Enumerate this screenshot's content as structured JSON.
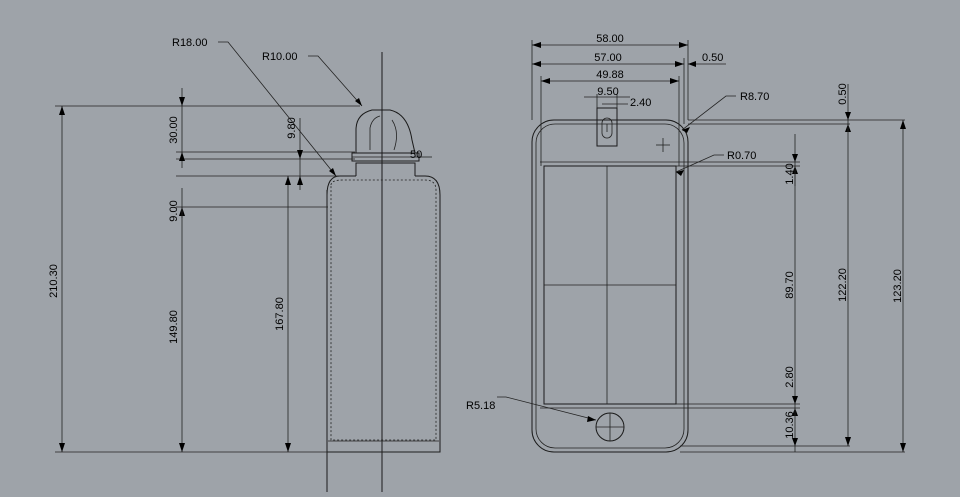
{
  "viewport": {
    "background": "#9ea3a9",
    "line_color": "#1a1a1a"
  },
  "side_view": {
    "dims": {
      "r18": "R18.00",
      "r10": "R10.00",
      "d30": "30.00",
      "d9_80": "9.80",
      "d50": "50",
      "d9_00": "9.00",
      "d210_30": "210.30",
      "d149_80": "149.80",
      "d167_80": "167.80"
    }
  },
  "front_view": {
    "dims": {
      "w58": "58.00",
      "w57": "57.00",
      "w0_50": "0.50",
      "w49_88": "49.88",
      "w9_50": "9.50",
      "w2_40": "2.40",
      "r8_70": "R8.70",
      "r0_70": "R0.70",
      "v0_50": "0.50",
      "v1_40": "1.40",
      "v89_70": "89.70",
      "v122_20": "122.20",
      "v123_20": "123.20",
      "v2_80": "2.80",
      "v10_36": "10.36",
      "r5_18": "R5.18"
    }
  }
}
